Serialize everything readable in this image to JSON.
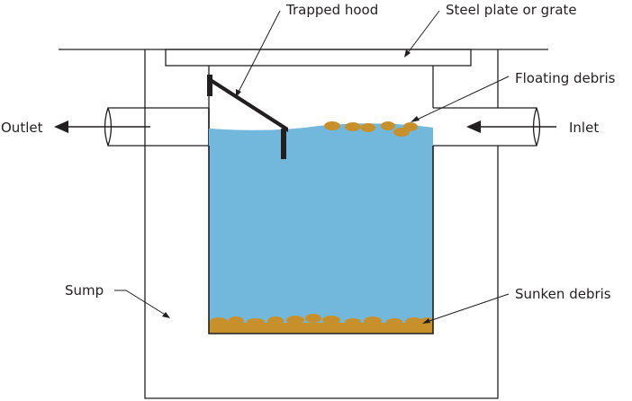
{
  "labels": {
    "trapped_hood": "Trapped hood",
    "steel_plate": "Steel plate or grate",
    "floating_debris": "Floating debris",
    "outlet": "Outlet",
    "inlet": "Inlet",
    "sump": "Sump",
    "sunken_debris": "Sunken debris"
  },
  "colors": {
    "water": "#72b8dc",
    "debris": "#c8902a",
    "line": "#231f20"
  }
}
